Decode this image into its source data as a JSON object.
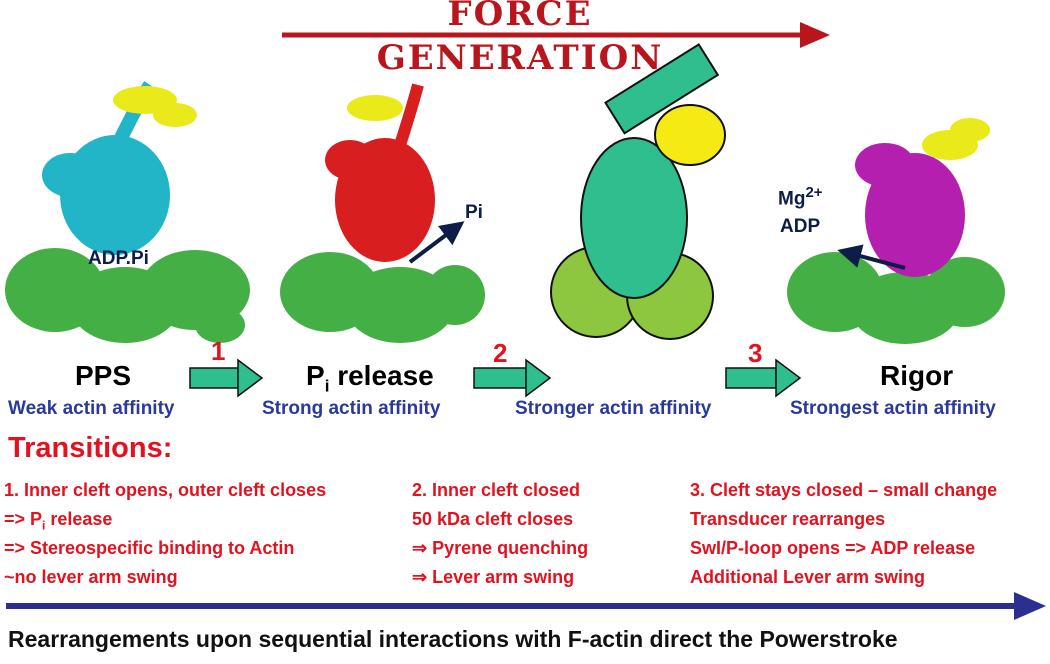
{
  "header": {
    "force_line1": "FORCE",
    "force_line2": "GENERATION"
  },
  "states": [
    {
      "name": "PPS",
      "affinity": "Weak actin affinity"
    },
    {
      "name_main": "P",
      "name_sub": "i",
      "name_rest": " release",
      "affinity": "Strong actin affinity"
    },
    {
      "affinity": "Stronger actin affinity"
    },
    {
      "name": "Rigor",
      "affinity": "Strongest actin affinity"
    }
  ],
  "steps": [
    "1",
    "2",
    "3"
  ],
  "molecule_labels": {
    "adp_pi": "ADP.Pi",
    "pi": "Pi",
    "mg": "Mg",
    "mg_charge": "2+",
    "adp": "ADP"
  },
  "transitions": {
    "title": "Transitions:",
    "col1": [
      "1. Inner cleft opens, outer cleft closes",
      {
        "prefix": "=> P",
        "sub": "i",
        "suffix": " release"
      },
      "=> Stereospecific binding to Actin",
      "~no lever arm swing"
    ],
    "col2": [
      "2. Inner cleft closed",
      "50 kDa cleft closes",
      "⇒  Pyrene quenching",
      "⇒  Lever arm swing"
    ],
    "col3": [
      "3. Cleft stays closed – small change",
      "Transducer rearranges",
      "SwI/P-loop opens =>  ADP release",
      "Additional Lever arm swing"
    ]
  },
  "caption": "Rearrangements upon sequential interactions with F-actin direct the Powerstroke",
  "colors": {
    "force_red": "#b8151d",
    "text_red": "#e3121f",
    "affinity_blue": "#2a3a9c",
    "bottom_arrow_blue": "#2b2f8f",
    "step_arrow_teal": "#2fbf8e",
    "myosin_cyan": "#22b5c8",
    "myosin_red": "#d81e1e",
    "myosin_magenta": "#b51fb0",
    "lever_yellow": "#eaea1a",
    "actin_green": "#3aab3a",
    "cartoon_head": "#2fbf8e",
    "cartoon_actin": "#8dc63f"
  }
}
